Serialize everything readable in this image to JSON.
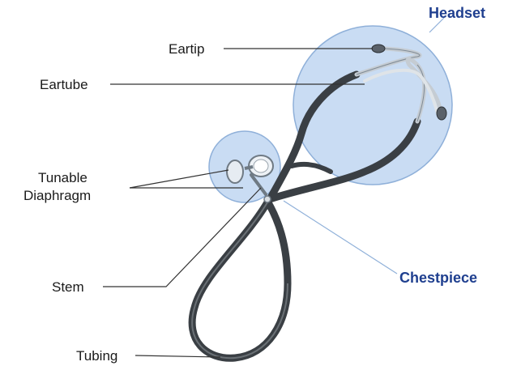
{
  "labels": {
    "eartip": "Eartip",
    "eartube": "Eartube",
    "tunable": "Tunable",
    "diaphragm": "Diaphragm",
    "stem": "Stem",
    "tubing": "Tubing"
  },
  "headers": {
    "headset": "Headset",
    "chestpiece": "Chestpiece"
  },
  "colors": {
    "zoom_fill": "#c9dcf3",
    "zoom_stroke": "#8fb0d9",
    "header_text": "#1f3f8f",
    "tubing": "#3a3f44",
    "tubing_highlight": "#8a9196",
    "leader_dark": "#333333",
    "leader_blue": "#8fb0d9"
  },
  "icons": {
    "stethoscope": "stethoscope-illustration"
  }
}
